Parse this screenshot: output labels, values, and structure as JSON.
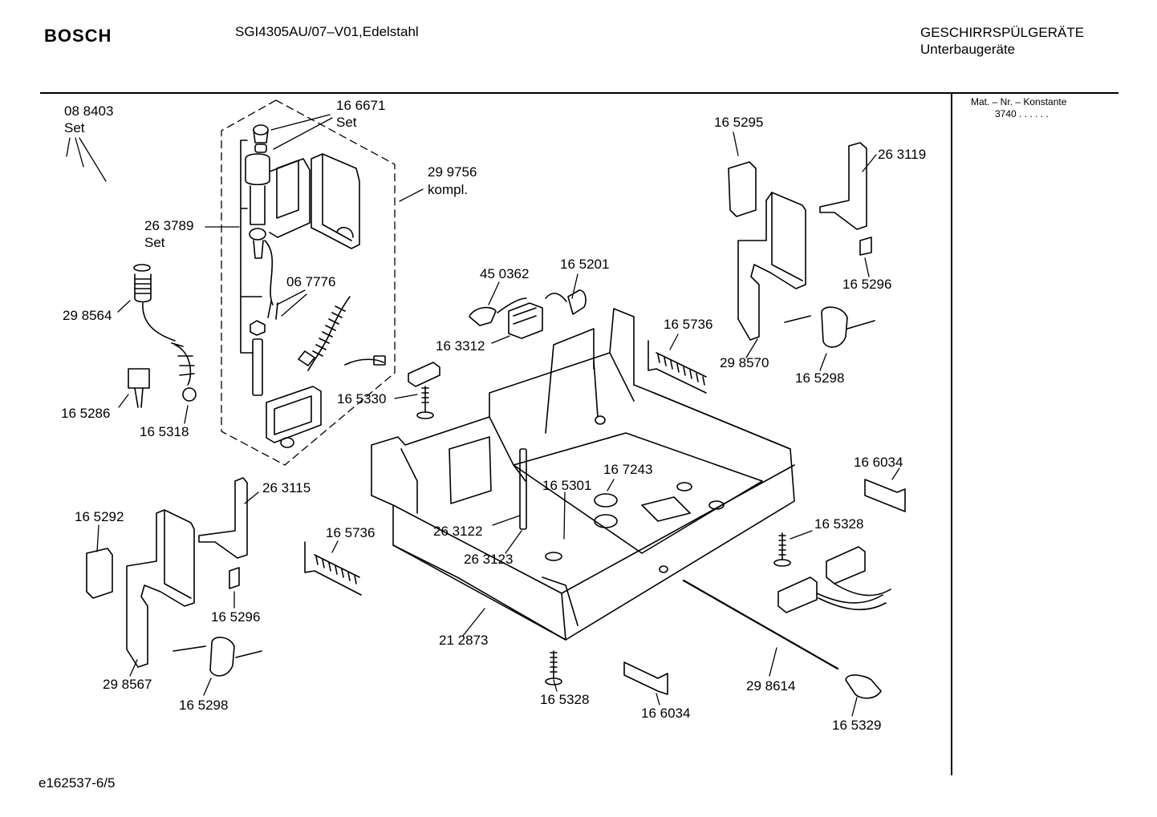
{
  "header": {
    "brand": "BOSCH",
    "model": "SGI4305AU/07–V01,Edelstahl",
    "category_line1": "GESCHIRRSPÜLGERÄTE",
    "category_line2": "Unterbaugeräte"
  },
  "side_panel": {
    "heading": "Mat. – Nr. – Konstante",
    "value": "3740  .  .  .  .  .  ."
  },
  "footer": {
    "drawing_id": "e162537-6/5"
  },
  "parts": {
    "p088403": "08 8403",
    "p088403_set": "Set",
    "p166671": "16 6671",
    "p166671_set": "Set",
    "p299756": "29 9756",
    "p299756_kompl": "kompl.",
    "p263789": "26 3789",
    "p263789_set": "Set",
    "p067776": "06 7776",
    "p298564": "29 8564",
    "p165286": "16 5286",
    "p165318": "16 5318",
    "p450362": "45 0362",
    "p165201": "16 5201",
    "p163312": "16 3312",
    "p165330": "16 5330",
    "p165295": "16 5295",
    "p263119": "26 3119",
    "p165296a": "16 5296",
    "p165736a": "16 5736",
    "p298570": "29 8570",
    "p165298a": "16 5298",
    "p166034a": "16 6034",
    "p165328a": "16 5328",
    "p167243": "16 7243",
    "p165301": "16 5301",
    "p263122": "26 3122",
    "p263123": "26 3123",
    "p263115": "26 3115",
    "p165292": "16 5292",
    "p165736b": "16 5736",
    "p165296b": "16 5296",
    "p298567": "29 8567",
    "p165298b": "16 5298",
    "p212873": "21 2873",
    "p165328b": "16 5328",
    "p166034b": "16 6034",
    "p298614": "29 8614",
    "p165329": "16 5329"
  }
}
